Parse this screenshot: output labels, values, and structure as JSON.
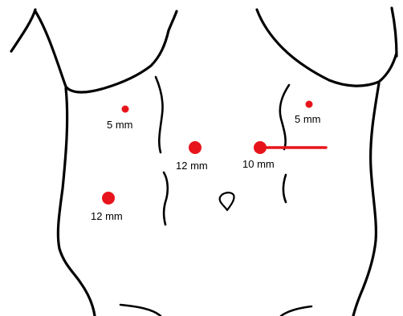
{
  "colors": {
    "port": "#e8141b",
    "outline": "#000000",
    "background": "#ffffff"
  },
  "ports": [
    {
      "id": "port-upper-right-patient",
      "label": "5 mm",
      "size_mm": 5
    },
    {
      "id": "port-lower-right-patient",
      "label": "12 mm",
      "size_mm": 12
    },
    {
      "id": "port-central",
      "label": "12 mm",
      "size_mm": 12
    },
    {
      "id": "port-left-with-line",
      "label": "10 mm",
      "size_mm": 10
    },
    {
      "id": "port-upper-left-patient",
      "label": "5 mm",
      "size_mm": 5
    }
  ],
  "icons": {
    "navel": "navel-icon"
  }
}
